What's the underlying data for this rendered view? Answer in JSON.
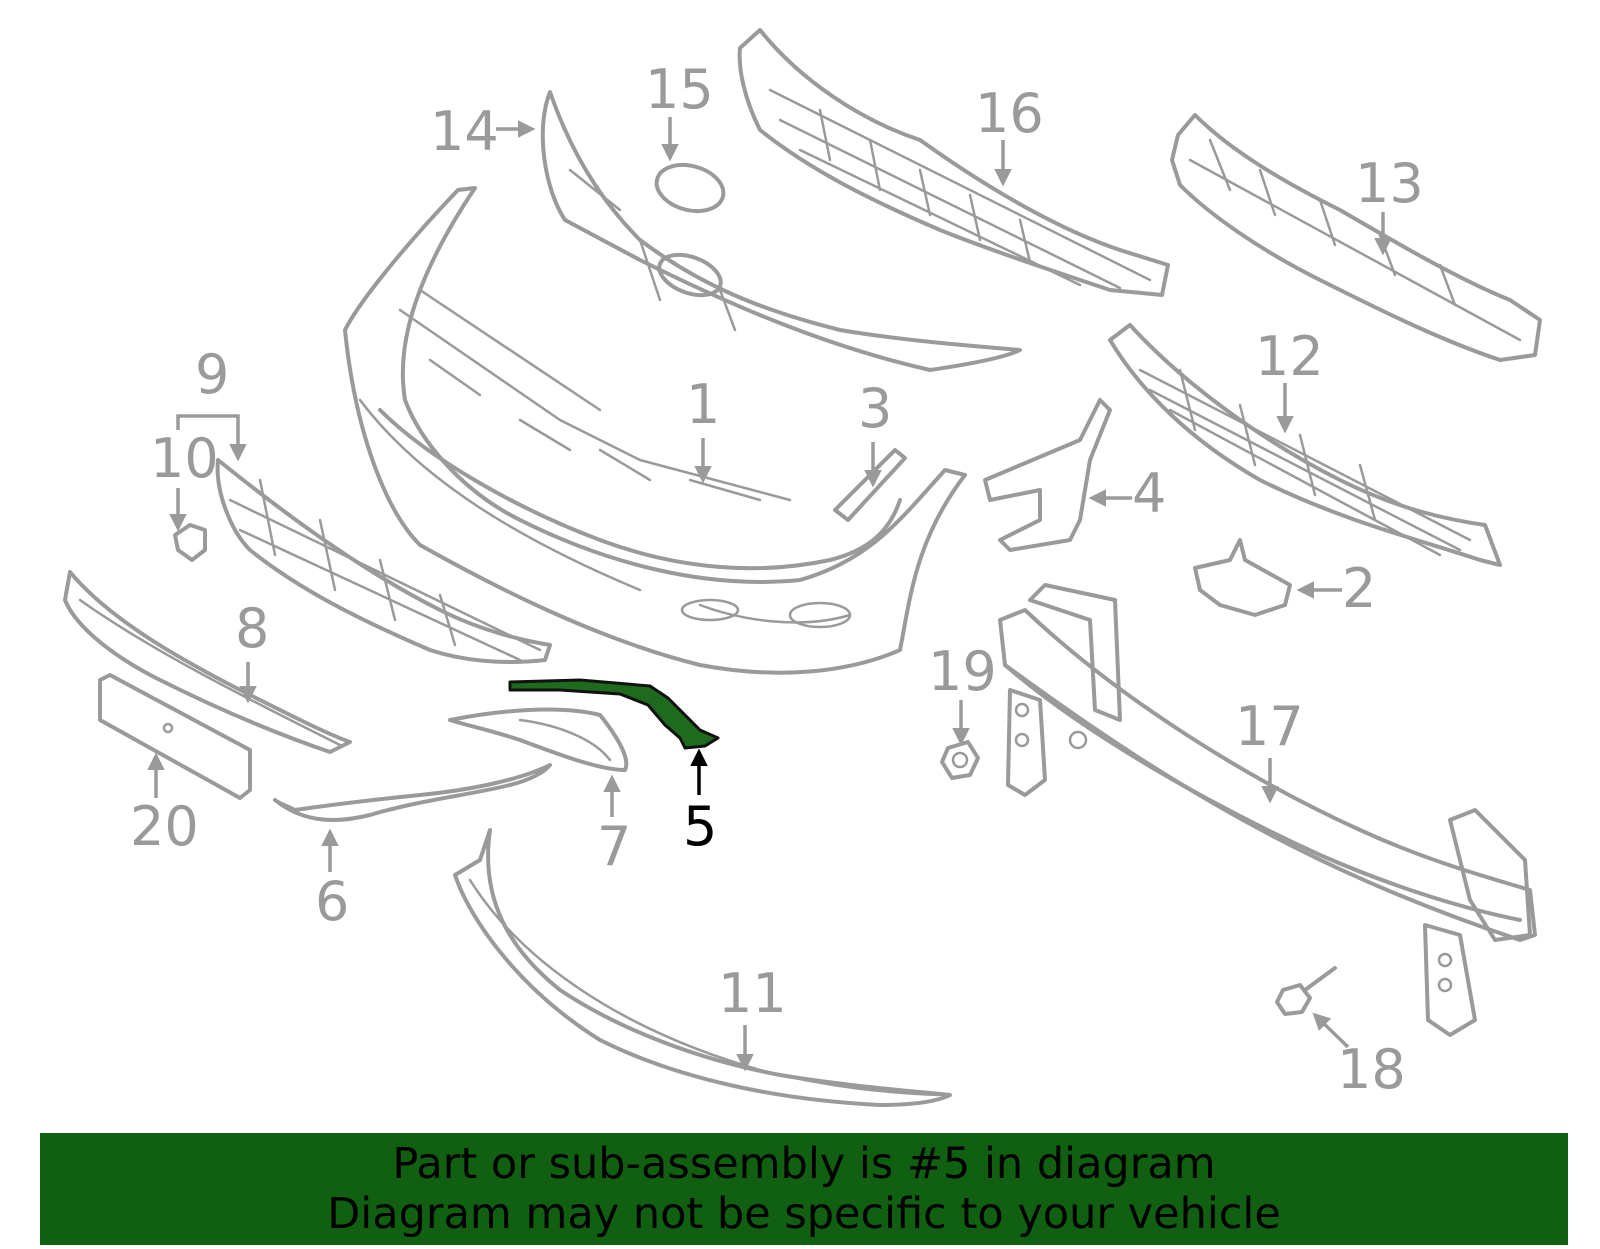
{
  "diagram": {
    "highlighted_part": "5",
    "callouts": [
      "1",
      "2",
      "3",
      "4",
      "5",
      "6",
      "7",
      "8",
      "9",
      "10",
      "11",
      "12",
      "13",
      "14",
      "15",
      "16",
      "17",
      "18",
      "19",
      "20"
    ],
    "colors": {
      "part_stroke": "#9a9a9a",
      "highlight_fill": "#1e6b1e",
      "banner_bg": "#116011"
    }
  },
  "banner": {
    "line1": "Part or sub-assembly is #5 in diagram",
    "line2": "Diagram may not be specific to your vehicle"
  }
}
